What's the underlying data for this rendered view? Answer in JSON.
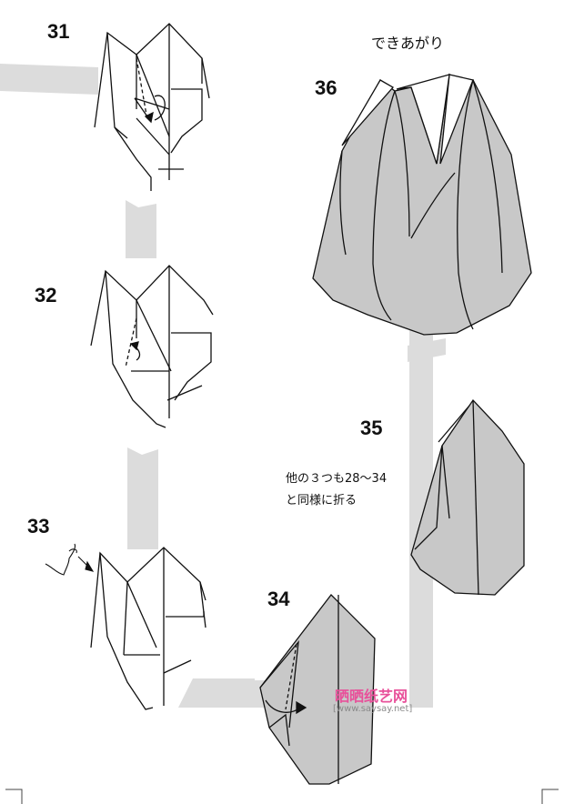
{
  "steps": {
    "s31": "31",
    "s32": "32",
    "s33": "33",
    "s34": "34",
    "s35": "35",
    "s36": "36"
  },
  "finished_label": "できあがり",
  "note": {
    "line1": "他の３つも28～34",
    "line2": "と同様に折る"
  },
  "watermark": {
    "brand": "晒晒纸艺网",
    "url": "[www.saysay.net]"
  },
  "colors": {
    "fold_fill": "#c8c8c8",
    "path_gray": "#dcdcdc",
    "line": "#111111",
    "watermark_pink": "#e8509a",
    "watermark_gray": "#8a8a8a"
  },
  "icons": [
    "fold-arrow-icon",
    "eye-face-icon",
    "crop-mark-icon"
  ]
}
